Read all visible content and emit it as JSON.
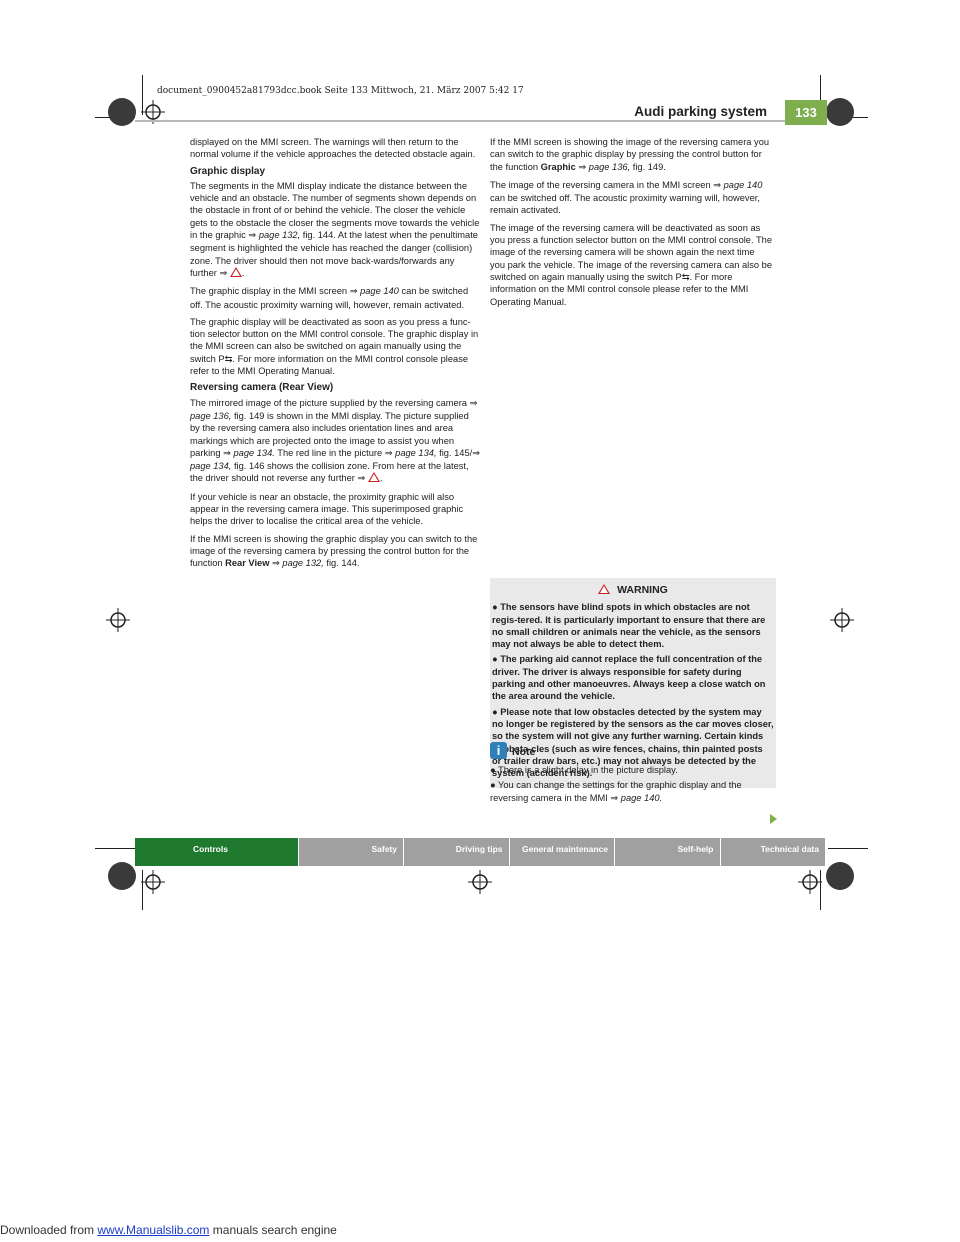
{
  "filename_stamp": "document_0900452a81793dcc.book  Seite 133  Mittwoch, 21. März 2007  5:42 17",
  "header": {
    "title": "Audi parking system",
    "page_number": "133"
  },
  "left_column": {
    "p1": "displayed on the MMI screen. The warnings will then return to the normal volume if the vehicle approaches the detected obstacle again.",
    "h_graphic": "Graphic display",
    "p2a": "The segments in the MMI display indicate the distance between the vehicle and an obstacle. The number of segments shown depends on the obstacle in front of or behind the vehicle. The closer the vehicle gets to the obstacle the closer the segments move towards the vehicle in the graphic",
    "p2_ref": "page 132,",
    "p2b": "fig. 144. At the latest when the penultimate segment is highlighted the vehicle has reached the danger (collision) zone. The driver should then not move back-wards/forwards any further",
    "p3a": "The graphic display in the MMI screen",
    "p3_ref": "page 140",
    "p3b": "can be switched off. The acoustic proximity warning will, however, remain activated.",
    "p4": "The graphic display will be deactivated as soon as you press a func-tion selector button on the MMI control console. The graphic display in the MMI screen can also be switched on again manually using the switch P⇆. For more information on the MMI control console please refer to the MMI Operating Manual.",
    "h_camera": "Reversing camera (Rear View)",
    "p5a": "The mirrored image of the picture supplied by the reversing camera",
    "p5_ref": "page 136,",
    "p5b": "fig. 149 is shown in the MMI display. The picture supplied by the reversing camera also includes orientation lines and area markings which are projected onto the image to assist you when parking",
    "p5_ref2": "page 134.",
    "p5c": "The red line in the picture",
    "p5_ref3": "page 134,",
    "p5d": "fig. 145/",
    "p5_ref4": "page 134,",
    "p5e": "fig. 146 shows the collision zone. From here at the latest, the driver should not reverse any further",
    "p6": "If your vehicle is near an obstacle, the proximity graphic will also appear in the reversing camera image. This superimposed graphic helps the driver to localise the critical area of the vehicle.",
    "p7a": "If the MMI screen is showing the graphic display you can switch to the image of the reversing camera by pressing the control button for the function",
    "p7_bold": "Rear View",
    "p7_ref": "page 132,",
    "p7b": "fig. 144."
  },
  "right_column": {
    "p1a": "If the MMI screen is showing the image of the reversing camera you can switch to the graphic display by pressing the control button for the function",
    "p1_bold": "Graphic",
    "p1_ref": "page 136,",
    "p1b": "fig. 149.",
    "p2a": "The image of the reversing camera in the MMI screen",
    "p2_ref": "page 140",
    "p2b": "can be switched off. The acoustic proximity warning will, however, remain activated.",
    "p3": "The image of the reversing camera will be deactivated as soon as you press a function selector button on the MMI control console. The image of the reversing camera will be shown again the next time you park the vehicle. The image of the reversing camera can also be switched on again manually using the switch P⇆. For more information on the MMI control console please refer to the MMI Operating Manual.",
    "warning": {
      "heading": "WARNING",
      "items": [
        "The sensors have blind spots in which obstacles are not regis-tered. It is particularly important to ensure that there are no small children or animals near the vehicle, as the sensors may not always be able to detect them.",
        "The parking aid cannot replace the full concentration of the driver. The driver is always responsible for safety during parking and other manoeuvres. Always keep a close watch on the area around the vehicle.",
        "Please note that low obstacles detected by the system may no longer be registered by the sensors as the car moves closer, so the system will not give any further warning. Certain kinds of obsta-cles (such as wire fences, chains, thin painted posts or trailer draw bars, etc.) may not always be detected by the system (accident risk)."
      ]
    },
    "note": {
      "heading": "Note",
      "item1": "There is a slight delay in the picture display.",
      "item2a": "You can change the settings for the graphic display and the reversing camera in the MMI",
      "item2_ref": "page 140."
    }
  },
  "tabs": [
    "Controls",
    "Safety",
    "Driving tips",
    "General maintenance",
    "Self-help",
    "Technical data"
  ],
  "footer": {
    "prefix": "Downloaded from ",
    "link": "www.Manualslib.com",
    "suffix": " manuals search engine"
  },
  "colors": {
    "accent_green": "#7fae4e",
    "active_tab": "#1f7a2f",
    "tab_grey": "#a0a0a0",
    "warning_red": "#cc2222"
  }
}
